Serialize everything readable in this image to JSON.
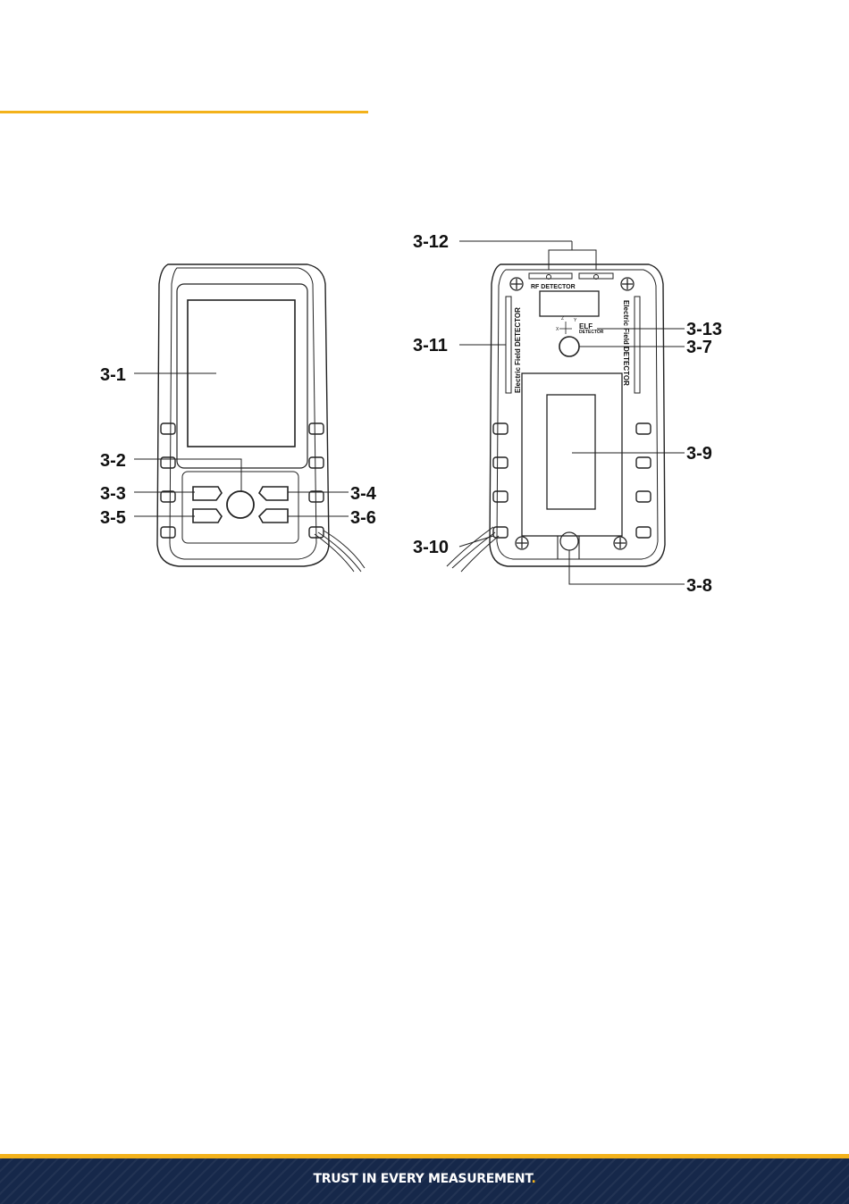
{
  "callouts": {
    "c3_1": "3-1",
    "c3_2": "3-2",
    "c3_3": "3-3",
    "c3_4": "3-4",
    "c3_5": "3-5",
    "c3_6": "3-6",
    "c3_7": "3-7",
    "c3_8": "3-8",
    "c3_9": "3-9",
    "c3_10": "3-10",
    "c3_11": "3-11",
    "c3_12": "3-12",
    "c3_13": "3-13"
  },
  "device_back": {
    "rf_detector": "RF DETECTOR",
    "elf_detector": "ELF",
    "elf_detector_sub": "DETECTOR",
    "axis_z": "Z",
    "axis_x": "X",
    "axis_y": "Y",
    "electric_field_left": "Electric Field DETECTOR",
    "electric_field_right": "Electric Field DETECTOR"
  },
  "footer": {
    "slogan": "TRUST IN EVERY MEASUREMENT",
    "slogan_dot": "."
  },
  "colors": {
    "accent": "#f3b21b",
    "footer_bg": "#16284a"
  }
}
